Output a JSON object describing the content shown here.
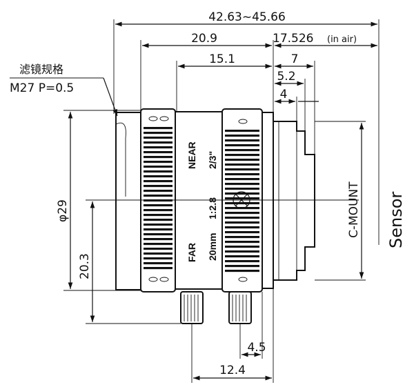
{
  "dimensions": {
    "total_length": "42.63~45.66",
    "body_length": "20.9",
    "flange_back": "17.526",
    "flange_back_note": "(in air)",
    "ring_to_mount": "15.1",
    "mount_depth": "7",
    "thread_depth": "5.2",
    "thread_inner": "4",
    "diameter": "φ29",
    "center_height": "20.3",
    "screw_offset": "4.5",
    "screw_spacing": "12.4"
  },
  "filter": {
    "label_cn": "滤镜规格",
    "thread_spec": "M27  P=0.5"
  },
  "lens_marks": {
    "near": "NEAR",
    "far": "FAR",
    "format": "2/3\"",
    "aperture": "1:2.8",
    "focal": "20mm"
  },
  "mount": "C-MOUNT",
  "sensor": "Sensor"
}
